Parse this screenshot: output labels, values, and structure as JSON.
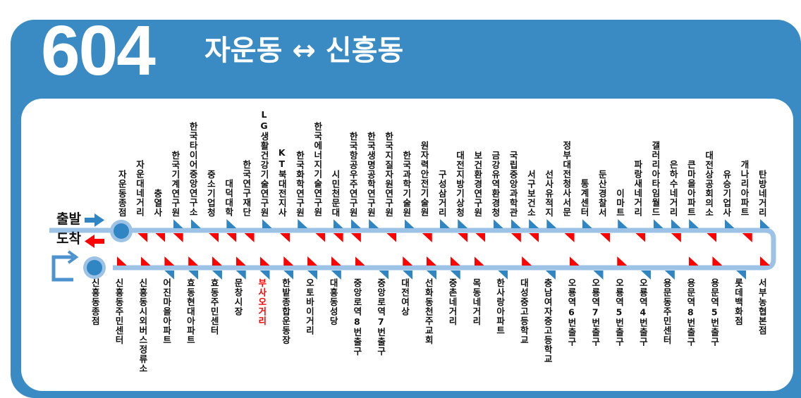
{
  "header": {
    "route_number": "604",
    "title": "자운동 ↔ 신흥동"
  },
  "legend": {
    "depart": "출발",
    "arrive": "도착"
  },
  "colors": {
    "frame": "#3a8bc3",
    "line": "#9cc3e6",
    "outbound": "#2f86c2",
    "inbound": "#ff0000"
  },
  "outbound_stops": [
    {
      "name": "자운동종점",
      "up": false,
      "down": false
    },
    {
      "name": "자운대네거리",
      "up": false,
      "down": true
    },
    {
      "name": "충열사",
      "up": false,
      "down": true
    },
    {
      "name": "한국기계연구원",
      "up": true,
      "down": true
    },
    {
      "name": "한국타이어중앙연구소",
      "up": true,
      "down": false
    },
    {
      "name": "중소기업청",
      "up": false,
      "down": true
    },
    {
      "name": "대덕대학",
      "up": true,
      "down": true
    },
    {
      "name": "한국연구재단",
      "up": false,
      "down": true
    },
    {
      "name": "LG생활건강기술연구원",
      "up": true,
      "down": false
    },
    {
      "name": "KT북대전지사",
      "up": false,
      "down": true
    },
    {
      "name": "한국화학연구원",
      "up": true,
      "down": false
    },
    {
      "name": "한국에너지기술연구원",
      "up": false,
      "down": true
    },
    {
      "name": "시민천문대",
      "up": true,
      "down": true
    },
    {
      "name": "한국항공우주연구원",
      "up": true,
      "down": true
    },
    {
      "name": "한국생명공학연구원",
      "up": true,
      "down": false
    },
    {
      "name": "한국지질자원연구원",
      "up": false,
      "down": true
    },
    {
      "name": "한국과학기술원",
      "up": true,
      "down": false
    },
    {
      "name": "원자력안전기술원",
      "up": false,
      "down": true
    },
    {
      "name": "구성삼거리",
      "up": true,
      "down": false
    },
    {
      "name": "대전지방기상청",
      "up": true,
      "down": true
    },
    {
      "name": "보건환경연구원",
      "up": false,
      "down": true
    },
    {
      "name": "금강유역환경청",
      "up": true,
      "down": false
    },
    {
      "name": "국립중앙과학관",
      "up": true,
      "down": true
    },
    {
      "name": "서구보건소",
      "up": true,
      "down": true
    },
    {
      "name": "선사유적지",
      "up": true,
      "down": false
    },
    {
      "name": "정부대전청사서문",
      "up": false,
      "down": true
    },
    {
      "name": "통계센터",
      "up": true,
      "down": false
    },
    {
      "name": "둔산경찰서",
      "up": false,
      "down": true
    },
    {
      "name": "이마트",
      "up": true,
      "down": false
    },
    {
      "name": "파랑새네거리",
      "up": false,
      "down": true
    },
    {
      "name": "갤러리아타임월드",
      "up": true,
      "down": false
    },
    {
      "name": "은하수네거리",
      "up": true,
      "down": true
    },
    {
      "name": "큰마을아파트",
      "up": true,
      "down": false
    },
    {
      "name": "대전상공회의소",
      "up": false,
      "down": true
    },
    {
      "name": "유승기업사",
      "up": true,
      "down": false
    },
    {
      "name": "개나리아파트",
      "up": false,
      "down": true
    },
    {
      "name": "탄방네거리",
      "up": true,
      "down": false
    }
  ],
  "return_stops": [
    {
      "name": "신흥동종점",
      "up": false,
      "down": false
    },
    {
      "name": "신흥동주민센터",
      "up": true,
      "down": false
    },
    {
      "name": "신흥동시외버스정류소",
      "up": true,
      "down": false
    },
    {
      "name": "어진마을아파트",
      "up": true,
      "down": true
    },
    {
      "name": "효동현대아파트",
      "up": true,
      "down": true
    },
    {
      "name": "효동주민센터",
      "up": true,
      "down": true
    },
    {
      "name": "문창시장",
      "up": true,
      "down": true
    },
    {
      "name": "부사오거리",
      "up": true,
      "down": true,
      "highlight": true
    },
    {
      "name": "한밭종합운동장",
      "up": true,
      "down": true
    },
    {
      "name": "오토바이거리",
      "up": true,
      "down": true
    },
    {
      "name": "대흥동성당",
      "up": true,
      "down": true
    },
    {
      "name": "중앙로역8번출구",
      "up": true,
      "down": false
    },
    {
      "name": "중앙로역7번출구",
      "up": false,
      "down": true
    },
    {
      "name": "대전여상",
      "up": true,
      "down": true
    },
    {
      "name": "선화동천주교회",
      "up": true,
      "down": true
    },
    {
      "name": "중촌네거리",
      "up": true,
      "down": true
    },
    {
      "name": "목동네거리",
      "up": true,
      "down": false
    },
    {
      "name": "한사랑아파트",
      "up": false,
      "down": true
    },
    {
      "name": "대성중고등학교",
      "up": true,
      "down": false
    },
    {
      "name": "충남여자중고등학교",
      "up": false,
      "down": true
    },
    {
      "name": "오룡역6번출구",
      "up": true,
      "down": false
    },
    {
      "name": "오룡역7번출구",
      "up": false,
      "down": true
    },
    {
      "name": "오룡역5번출구",
      "up": true,
      "down": false
    },
    {
      "name": "오룡역4번출구",
      "up": false,
      "down": true
    },
    {
      "name": "용문동주민센터",
      "up": false,
      "down": true
    },
    {
      "name": "용문역8번출구",
      "up": true,
      "down": false
    },
    {
      "name": "용문역5번출구",
      "up": true,
      "down": false
    },
    {
      "name": "롯데백화점",
      "up": false,
      "down": true
    },
    {
      "name": "서부농협본점",
      "up": true,
      "down": false
    }
  ]
}
